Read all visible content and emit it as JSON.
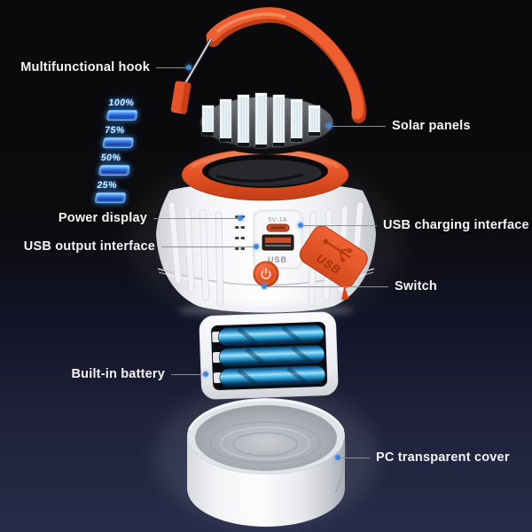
{
  "scene": {
    "description": "Exploded diagram of a solar LED camping lantern on a dark gradient background"
  },
  "callouts": {
    "hook": "Multifunctional hook",
    "solar": "Solar panels",
    "power_display": "Power display",
    "usb_charging": "USB charging interface",
    "usb_output": "USB output interface",
    "switch": "Switch",
    "battery": "Built-in battery",
    "cover": "PC transparent cover"
  },
  "power_levels": [
    {
      "label": "100%"
    },
    {
      "label": "75%"
    },
    {
      "label": "50%"
    },
    {
      "label": "25%"
    }
  ],
  "usb_panel": {
    "rating": "5V-1A",
    "port_label": "USB"
  },
  "usb_cover": {
    "label": "USB"
  },
  "colors": {
    "accent_orange": "#e7532a",
    "indicator_blue": "#4aa8ff",
    "callout_dot_blue": "#3f86dc",
    "battery_blue": "#2fa8dc",
    "background_bottom": "#272b49"
  }
}
